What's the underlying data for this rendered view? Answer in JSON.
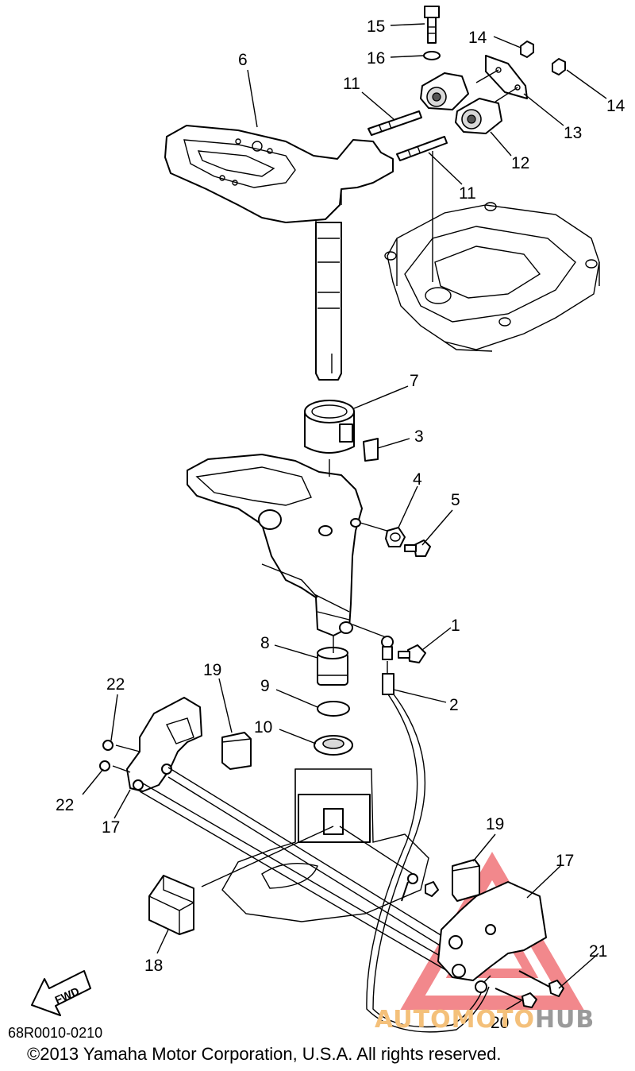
{
  "callouts": {
    "c1": "1",
    "c2": "2",
    "c3": "3",
    "c4": "4",
    "c5": "5",
    "c6": "6",
    "c7": "7",
    "c8": "8",
    "c9": "9",
    "c10": "10",
    "c11a": "11",
    "c11b": "11",
    "c12": "12",
    "c13": "13",
    "c14a": "14",
    "c14b": "14",
    "c15": "15",
    "c16": "16",
    "c17a": "17",
    "c17b": "17",
    "c18": "18",
    "c19a": "19",
    "c19b": "19",
    "c20": "20",
    "c21": "21",
    "c22a": "22",
    "c22b": "22"
  },
  "fwd_label": "FWD",
  "catalog_code": "68R0010-0210",
  "copyright": "©2013 Yamaha Motor Corporation, U.S.A. All rights reserved.",
  "watermark": {
    "part1": "AUTOMOTO",
    "part2": "HUB",
    "color": "#e8272f"
  }
}
